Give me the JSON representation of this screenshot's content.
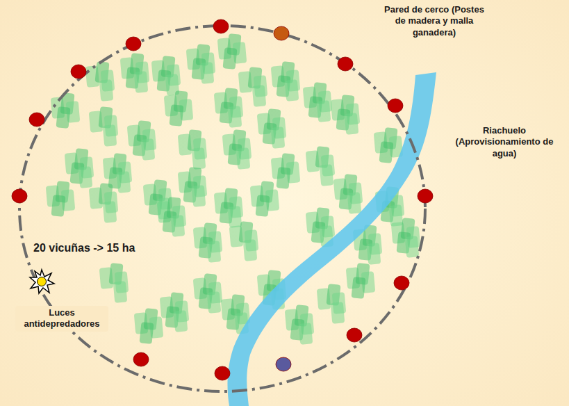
{
  "diagram": {
    "labels": [
      "Pared de cerco (Postes de madera y malla ganadera)",
      "Riachuelo (Aprovisionamiento de agua)",
      "20 vicuñas -> 15 ha",
      "Luces antidepredadores"
    ]
  }
}
